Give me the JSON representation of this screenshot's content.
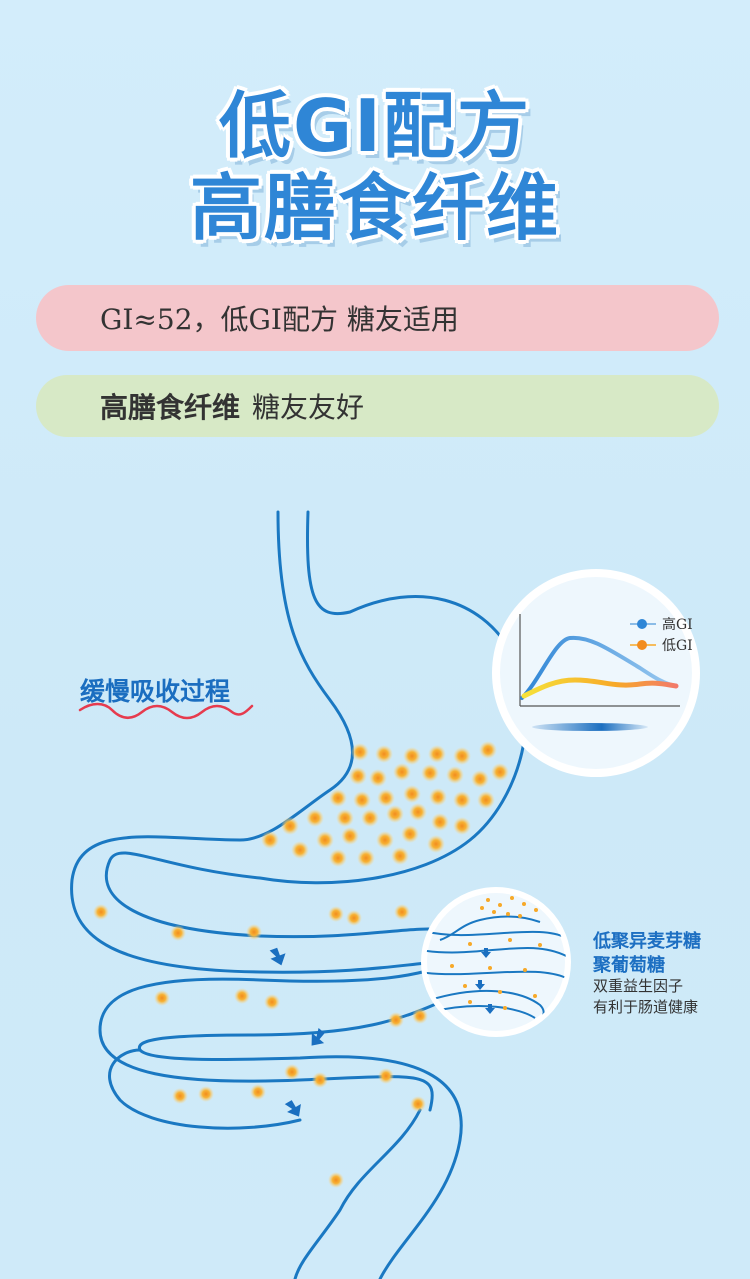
{
  "headline": {
    "line1": "低GI配方",
    "line2": "高膳食纤维"
  },
  "pill_gi": {
    "text": "GI≈52，低GI配方  糖友适用"
  },
  "pill_fiber": {
    "bold": "高膳食纤维",
    "text": "糖友友好"
  },
  "diagram": {
    "slow_label": "缓慢吸收过程",
    "legend_high": "高GI",
    "legend_low": "低GI",
    "fiber_title_1": "低聚异麦芽糖",
    "fiber_title_2": "聚葡萄糖",
    "fiber_desc_1": "双重益生因子",
    "fiber_desc_2": "有利于肠道健康"
  },
  "colors": {
    "title_blue": "#2f86d6",
    "pink_pill": "#f4c6cb",
    "green_pill": "#d7e9c6",
    "gut_line": "#1a78c2",
    "particle": "#f7a928"
  },
  "icons": [
    "arrow-down-icon",
    "legend-dot-icon"
  ]
}
